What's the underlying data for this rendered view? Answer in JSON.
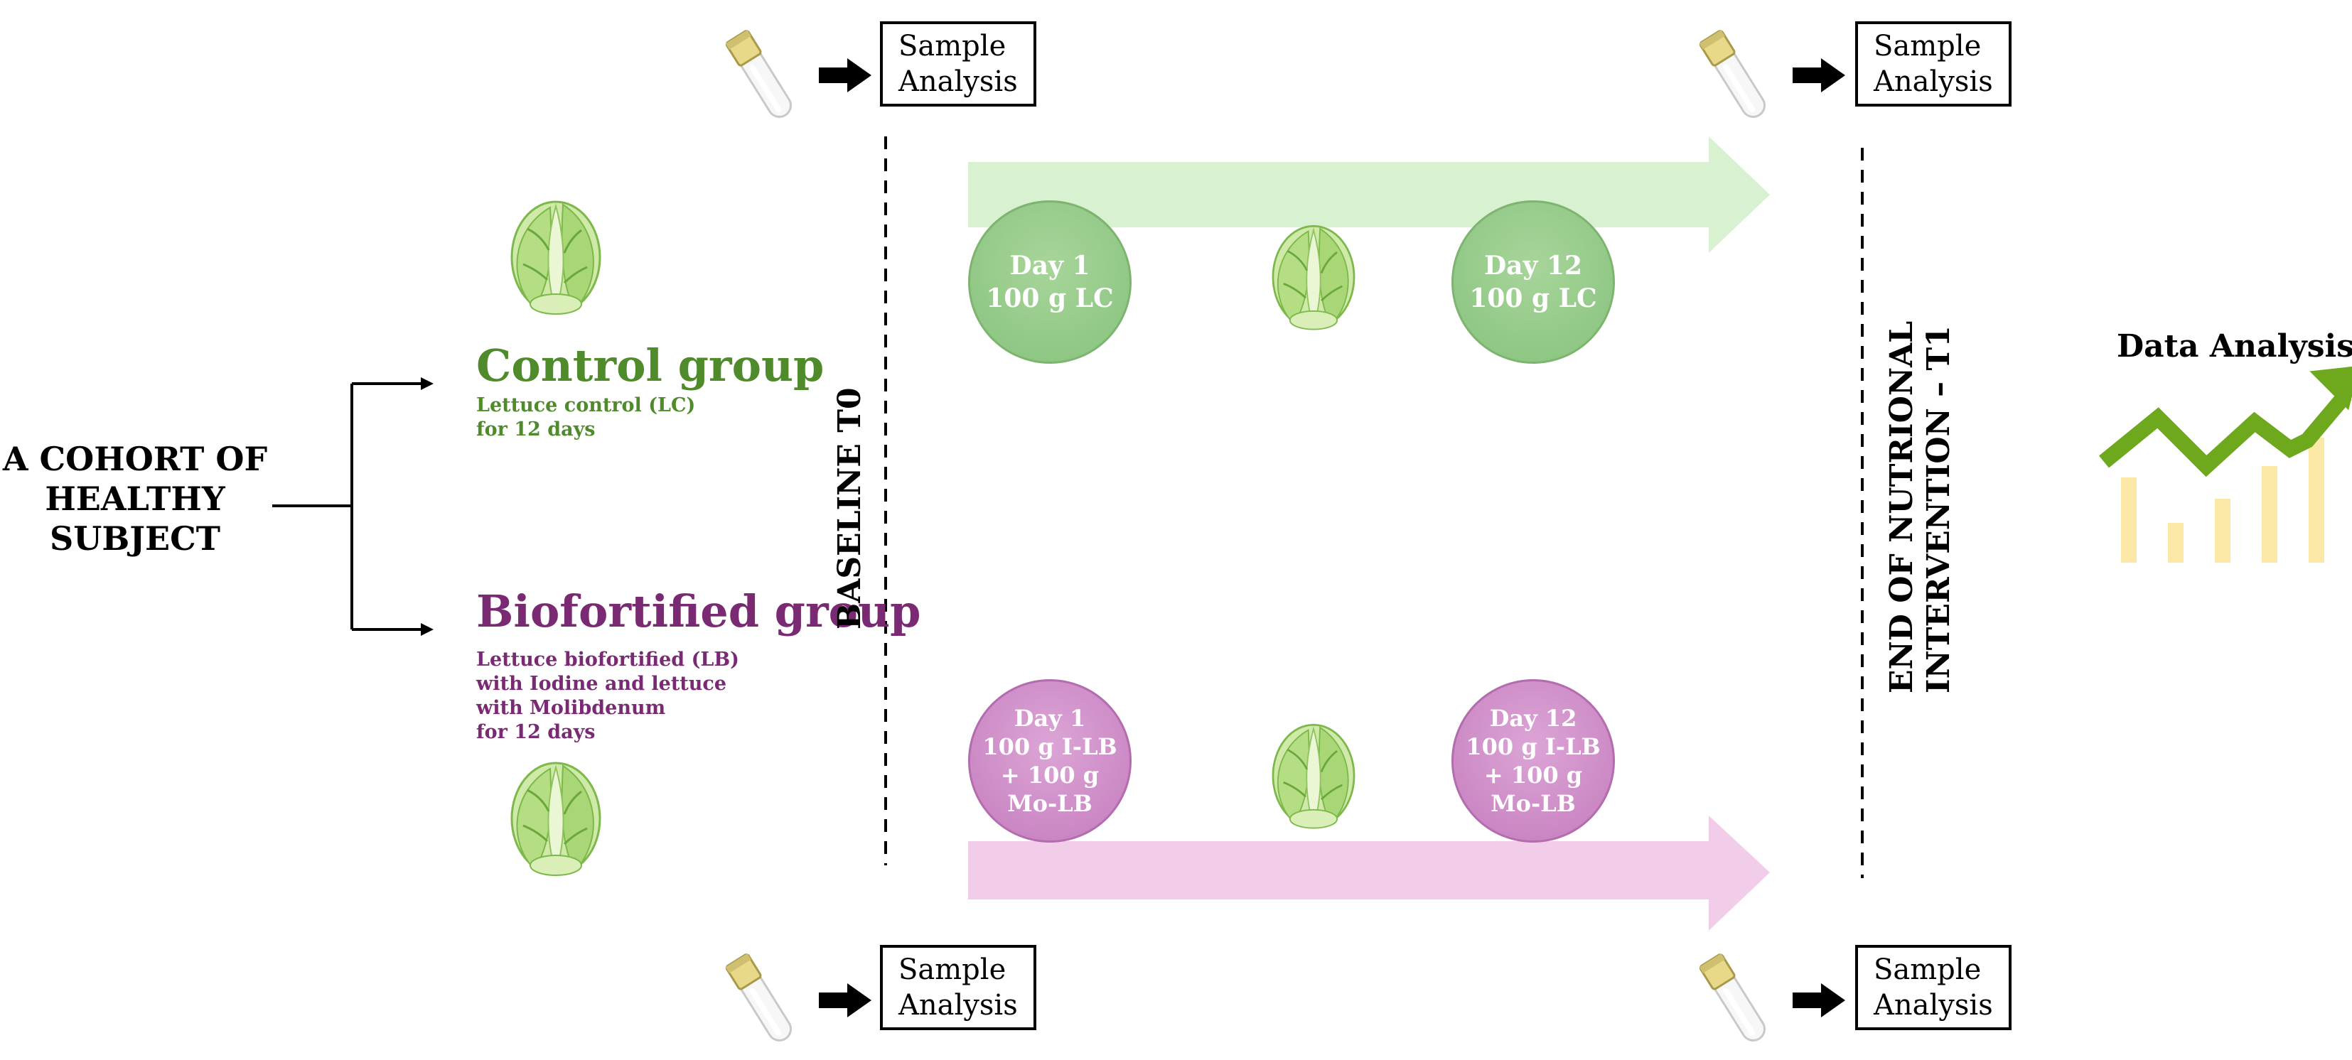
{
  "cohort": {
    "line1": "A COHORT OF",
    "line2": "HEALTHY",
    "line3": "SUBJECT"
  },
  "control_group": {
    "title": "Control group",
    "desc_line1": "Lettuce control (LC)",
    "desc_line2": "for 12 days"
  },
  "biofortified_group": {
    "title": "Biofortified group",
    "desc_line1": "Lettuce biofortified (LB)",
    "desc_line2": "with Iodine and lettuce",
    "desc_line3": "with Molibdenum",
    "desc_line4": "for 12 days"
  },
  "sample_analysis": {
    "line1": "Sample",
    "line2": "Analysis"
  },
  "baseline_label": "BASELINE T0",
  "end_label": {
    "line1": "END OF NUTRIONAL",
    "line2": "INTERVENTION – T1"
  },
  "control_circles": [
    {
      "day": "Day 1",
      "dose": "100 g LC"
    },
    {
      "day": "Day 12",
      "dose": "100 g LC"
    }
  ],
  "bio_circles": [
    {
      "day": "Day 1",
      "line2": "100 g I-LB",
      "line3": "+ 100 g",
      "line4": "Mo-LB"
    },
    {
      "day": "Day 12",
      "line2": "100 g I-LB",
      "line3": "+ 100 g",
      "line4": "Mo-LB"
    }
  ],
  "data_analysis": {
    "title": "Data Analysis",
    "bar_levels": [
      0.6,
      0.28,
      0.45,
      0.68,
      0.88
    ]
  },
  "colors": {
    "control_text": "#4f8a2b",
    "bio_text": "#7a2a73",
    "green_arrow": "#d7f1d1",
    "pink_arrow": "#f2cdea",
    "chart_line": "#6ea81c",
    "chart_bars": "#fbe8a6"
  },
  "icons": [
    "test-tube-icon",
    "lettuce-icon",
    "right-arrow-icon",
    "growth-chart-icon"
  ]
}
